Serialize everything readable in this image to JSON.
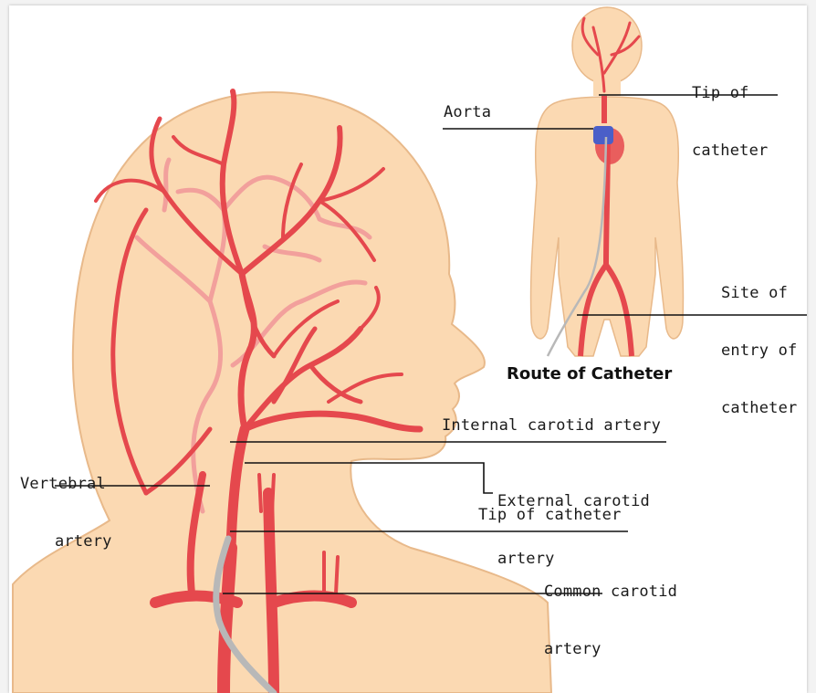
{
  "labels": {
    "tip_top": [
      "Tip of",
      "catheter"
    ],
    "aorta": "Aorta",
    "site_entry": [
      "Site of",
      "entry of",
      "catheter"
    ],
    "route_caption": "Route of Catheter",
    "internal_carotid": "Internal carotid artery",
    "vertebral": [
      "Vertebral",
      "artery"
    ],
    "external_carotid": [
      "External carotid",
      "artery"
    ],
    "tip_bottom": "Tip of catheter",
    "common_carotid": [
      "Common carotid",
      "artery"
    ]
  },
  "colors": {
    "skin": "#fbd9b2",
    "skin_outline": "#e8b98a",
    "artery": "#e5484d",
    "artery_light": "#f2a09c",
    "vein_blue": "#4a5fc8",
    "catheter": "#b8b8b8",
    "leader_line": "#111111"
  }
}
